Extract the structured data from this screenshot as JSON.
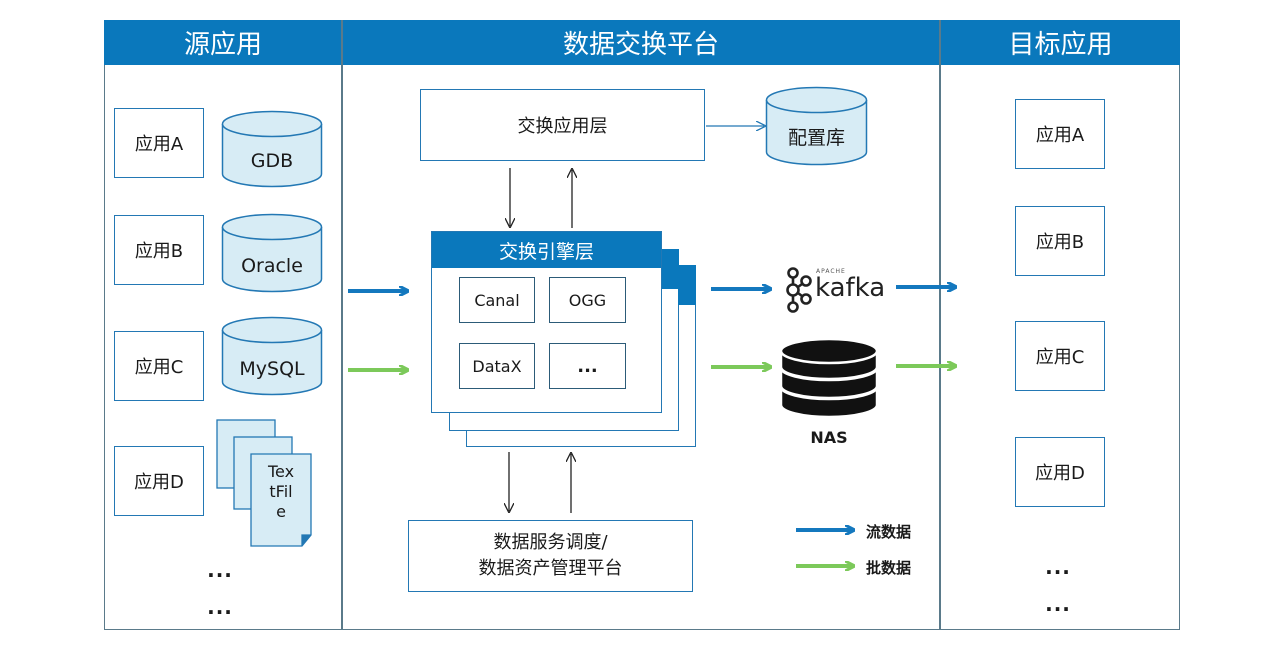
{
  "headers": {
    "source": "源应用",
    "platform": "数据交换平台",
    "target": "目标应用"
  },
  "source": {
    "apps": [
      "应用A",
      "应用B",
      "应用C",
      "应用D"
    ],
    "stores": [
      "GDB",
      "Oracle",
      "MySQL"
    ],
    "textfile": [
      "Tex",
      "tFil",
      "e"
    ],
    "ellipsis": [
      "...",
      "..."
    ]
  },
  "platform": {
    "app_layer": "交换应用层",
    "config_db": "配置库",
    "engine_title": "交换引擎层",
    "engine_items": [
      "Canal",
      "OGG",
      "DataX",
      "..."
    ],
    "mgmt_line1": "数据服务调度/",
    "mgmt_line2": "数据资产管理平台",
    "kafka_small": "APACHE",
    "kafka": "kafka",
    "nas": "NAS"
  },
  "legend": {
    "stream": "流数据",
    "batch": "批数据"
  },
  "target": {
    "apps": [
      "应用A",
      "应用B",
      "应用C",
      "应用D"
    ],
    "ellipsis": [
      "...",
      "..."
    ]
  },
  "colors": {
    "header": "#0a78bc",
    "stream_arrow": "#1478be",
    "batch_arrow": "#7cc95a",
    "cylinder_fill": "#d7ecf5"
  }
}
